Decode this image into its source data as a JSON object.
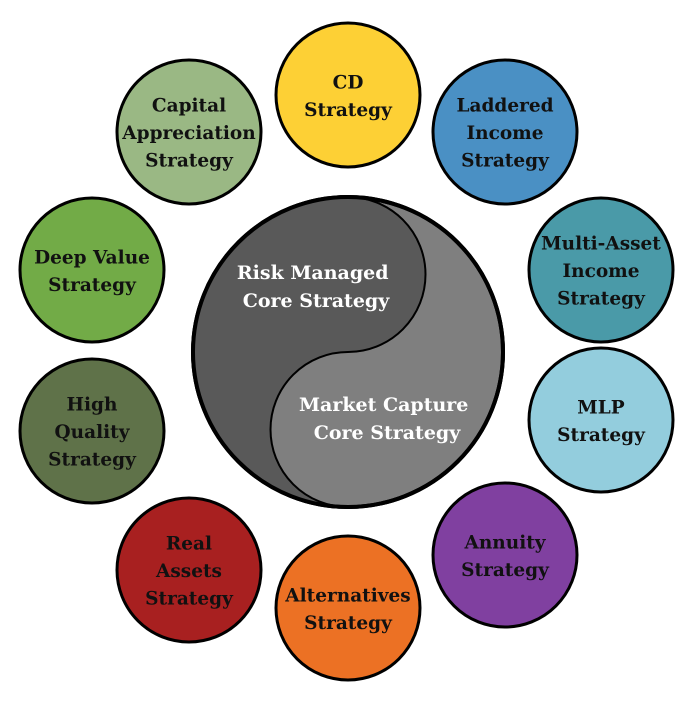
{
  "core": {
    "upper": {
      "lines": [
        "Risk Managed",
        "Core Strategy"
      ],
      "color": "#595959"
    },
    "lower": {
      "lines": [
        "Market Capture",
        "Core Strategy"
      ],
      "color": "#7f7f7f"
    }
  },
  "strategies": [
    {
      "id": "cd",
      "lines": [
        "CD",
        "Strategy"
      ],
      "color": "#fdd035"
    },
    {
      "id": "laddered-income",
      "lines": [
        "Laddered",
        "Income",
        "Strategy"
      ],
      "color": "#4a90c4"
    },
    {
      "id": "multi-asset-income",
      "lines": [
        "Multi-Asset",
        "Income",
        "Strategy"
      ],
      "color": "#4a9aa8"
    },
    {
      "id": "mlp",
      "lines": [
        "MLP",
        "Strategy"
      ],
      "color": "#93cddd"
    },
    {
      "id": "annuity",
      "lines": [
        "Annuity",
        "Strategy"
      ],
      "color": "#8040a0"
    },
    {
      "id": "alternatives",
      "lines": [
        "Alternatives",
        "Strategy"
      ],
      "color": "#ec7124"
    },
    {
      "id": "real-assets",
      "lines": [
        "Real",
        "Assets",
        "Strategy"
      ],
      "color": "#a82020"
    },
    {
      "id": "high-quality",
      "lines": [
        "High",
        "Quality",
        "Strategy"
      ],
      "color": "#5f7249"
    },
    {
      "id": "deep-value",
      "lines": [
        "Deep Value",
        "Strategy"
      ],
      "color": "#72ab47"
    },
    {
      "id": "capital-appreciation",
      "lines": [
        "Capital",
        "Appreciation",
        "Strategy"
      ],
      "color": "#9ab884"
    }
  ]
}
